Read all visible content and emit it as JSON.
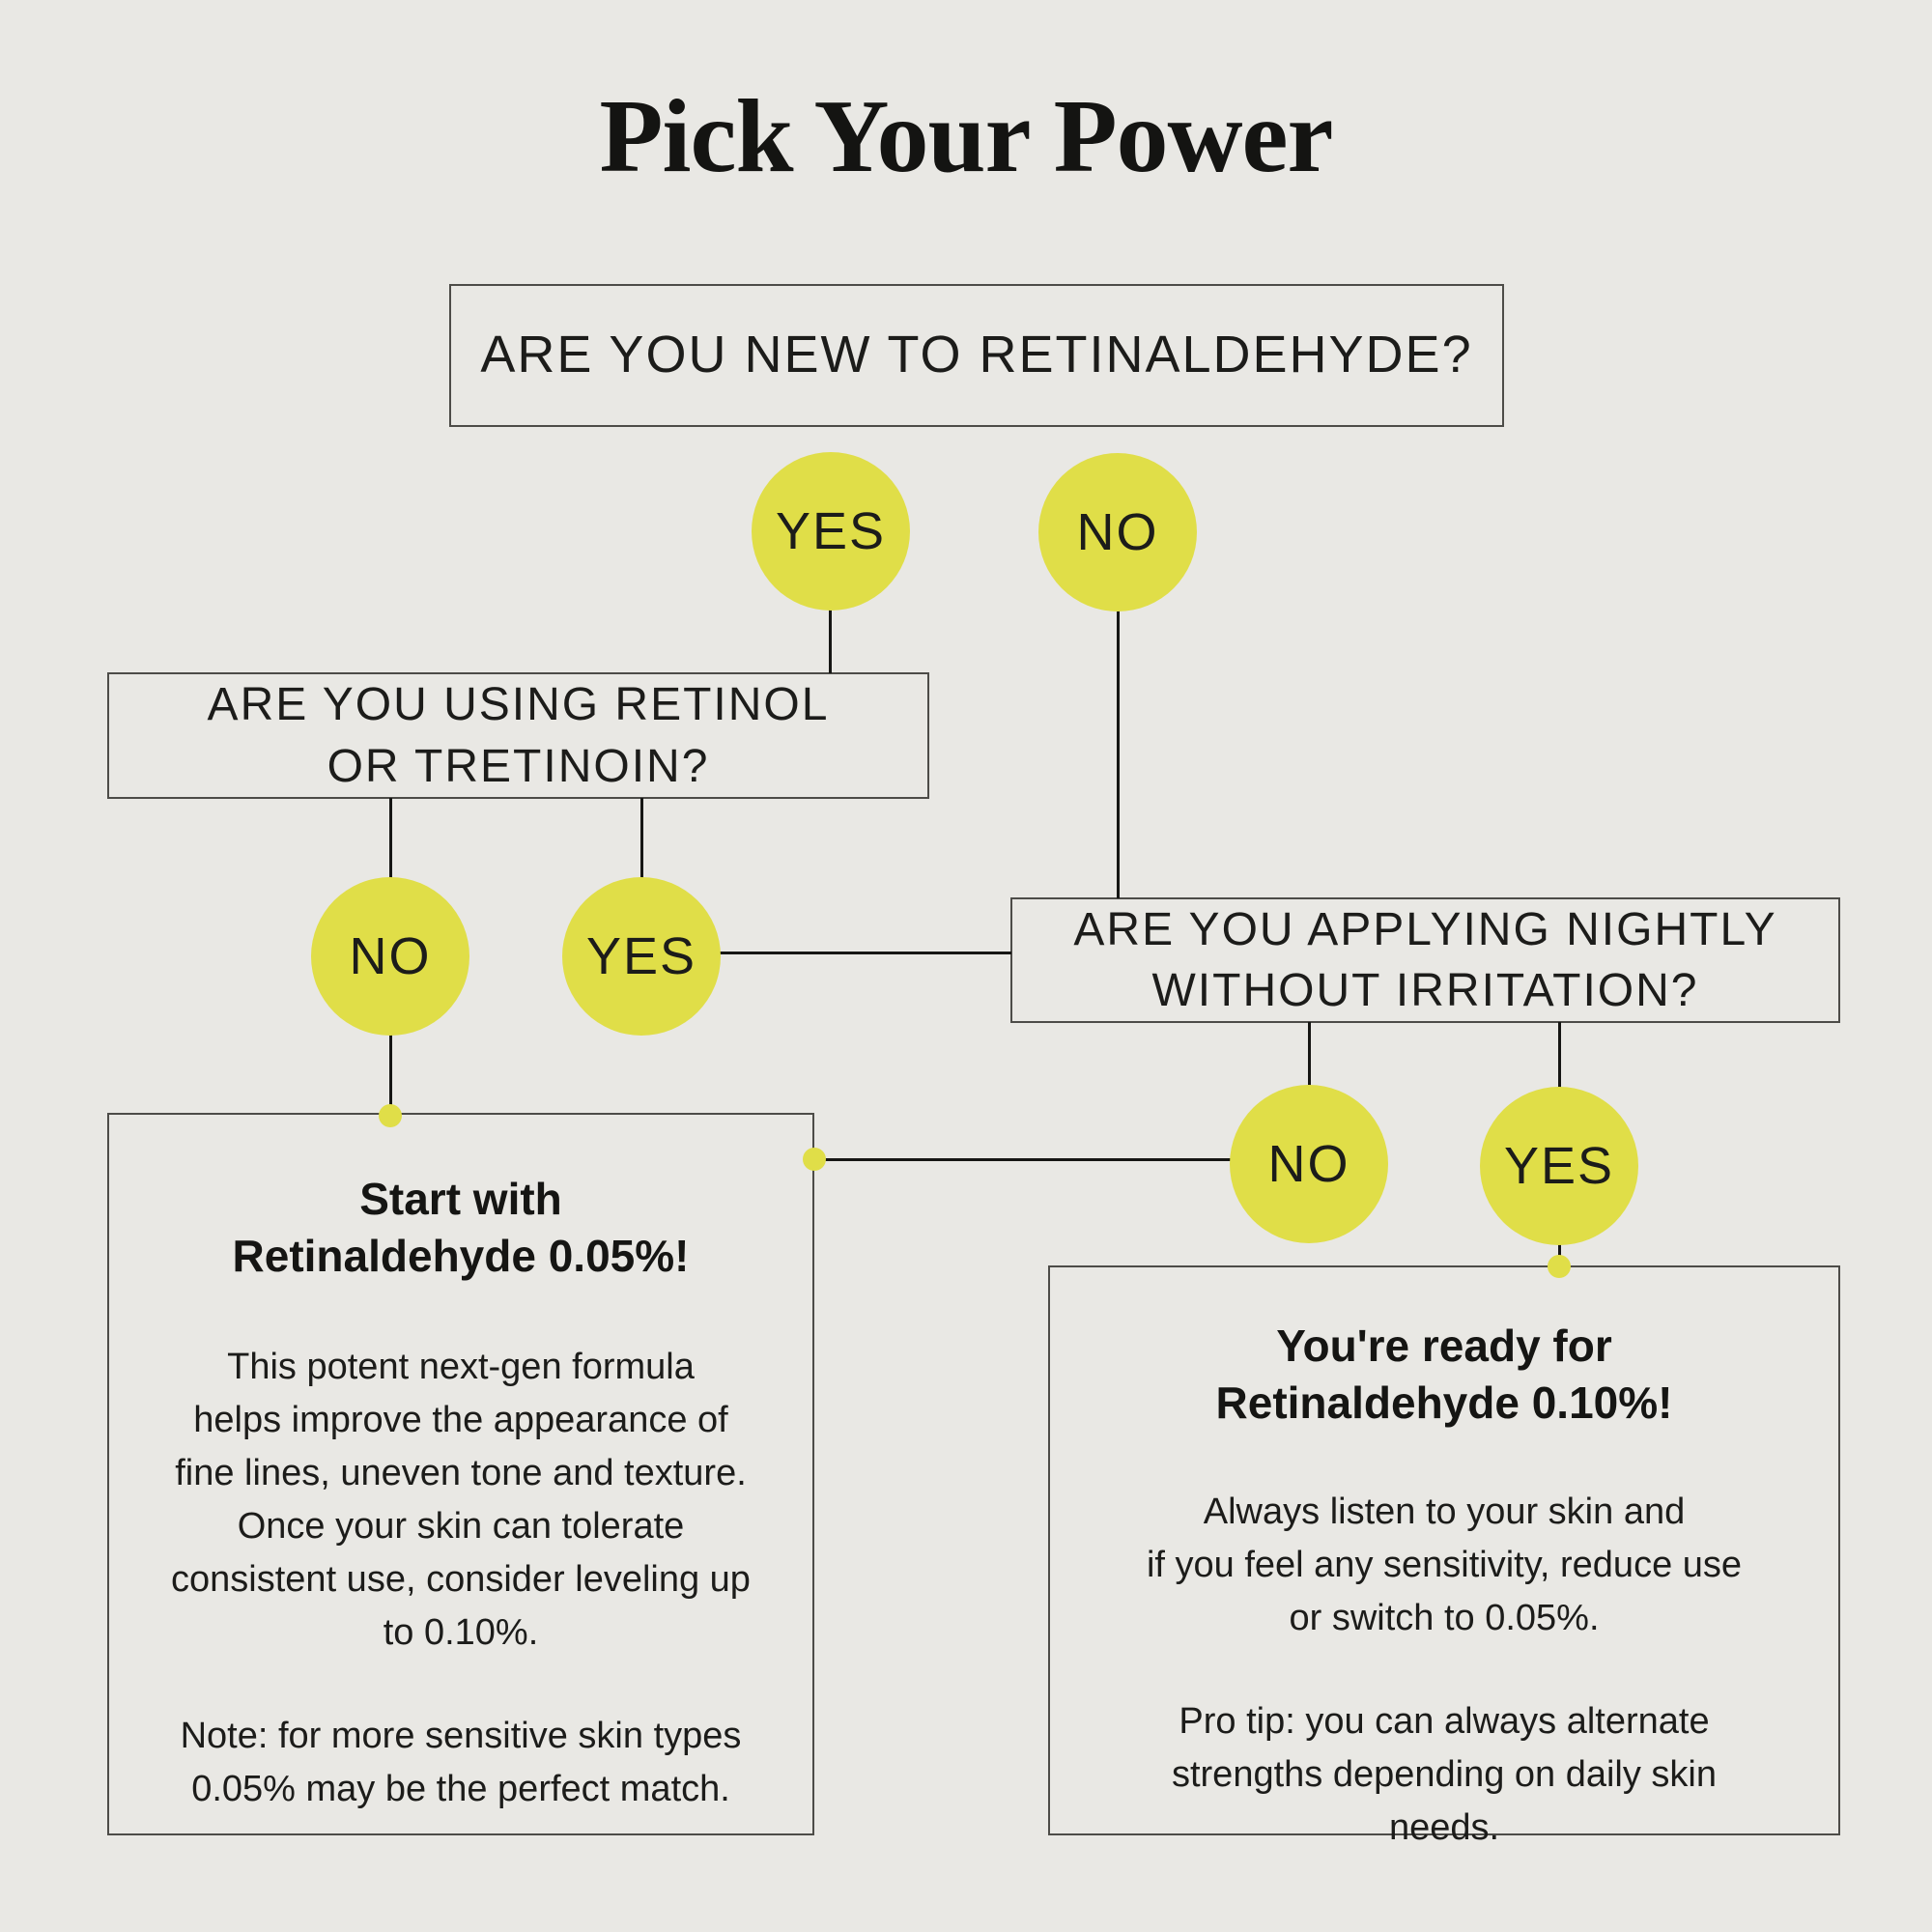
{
  "title": "Pick Your Power",
  "questions": {
    "q1": "ARE YOU NEW TO RETINALDEHYDE?",
    "q2": "ARE YOU USING RETINOL\nOR TRETINOIN?",
    "q3": "ARE YOU APPLYING NIGHTLY\nWITHOUT IRRITATION?"
  },
  "answers": {
    "yes": "YES",
    "no": "NO"
  },
  "results": {
    "left": {
      "heading": "Start with\nRetinaldehyde 0.05%!",
      "para1": "This potent next-gen formula\nhelps improve the appearance of\nfine lines, uneven tone and texture.\nOnce your skin can tolerate\nconsistent use, consider leveling up\nto 0.10%.",
      "para2": "Note: for more sensitive skin types\n0.05% may be the perfect match."
    },
    "right": {
      "heading": "You're ready for\nRetinaldehyde 0.10%!",
      "para1": "Always listen to your skin and\nif you feel any sensitivity, reduce use\nor switch to 0.05%.",
      "para2": "Pro tip: you can always alternate\nstrengths depending on daily skin\nneeds."
    }
  },
  "colors": {
    "background": "#e9e8e4",
    "bubble_yellow": "#e0de48",
    "line_black": "#161614",
    "box_border_gray": "#4d4c48",
    "text_black": "#1c1c1a"
  }
}
